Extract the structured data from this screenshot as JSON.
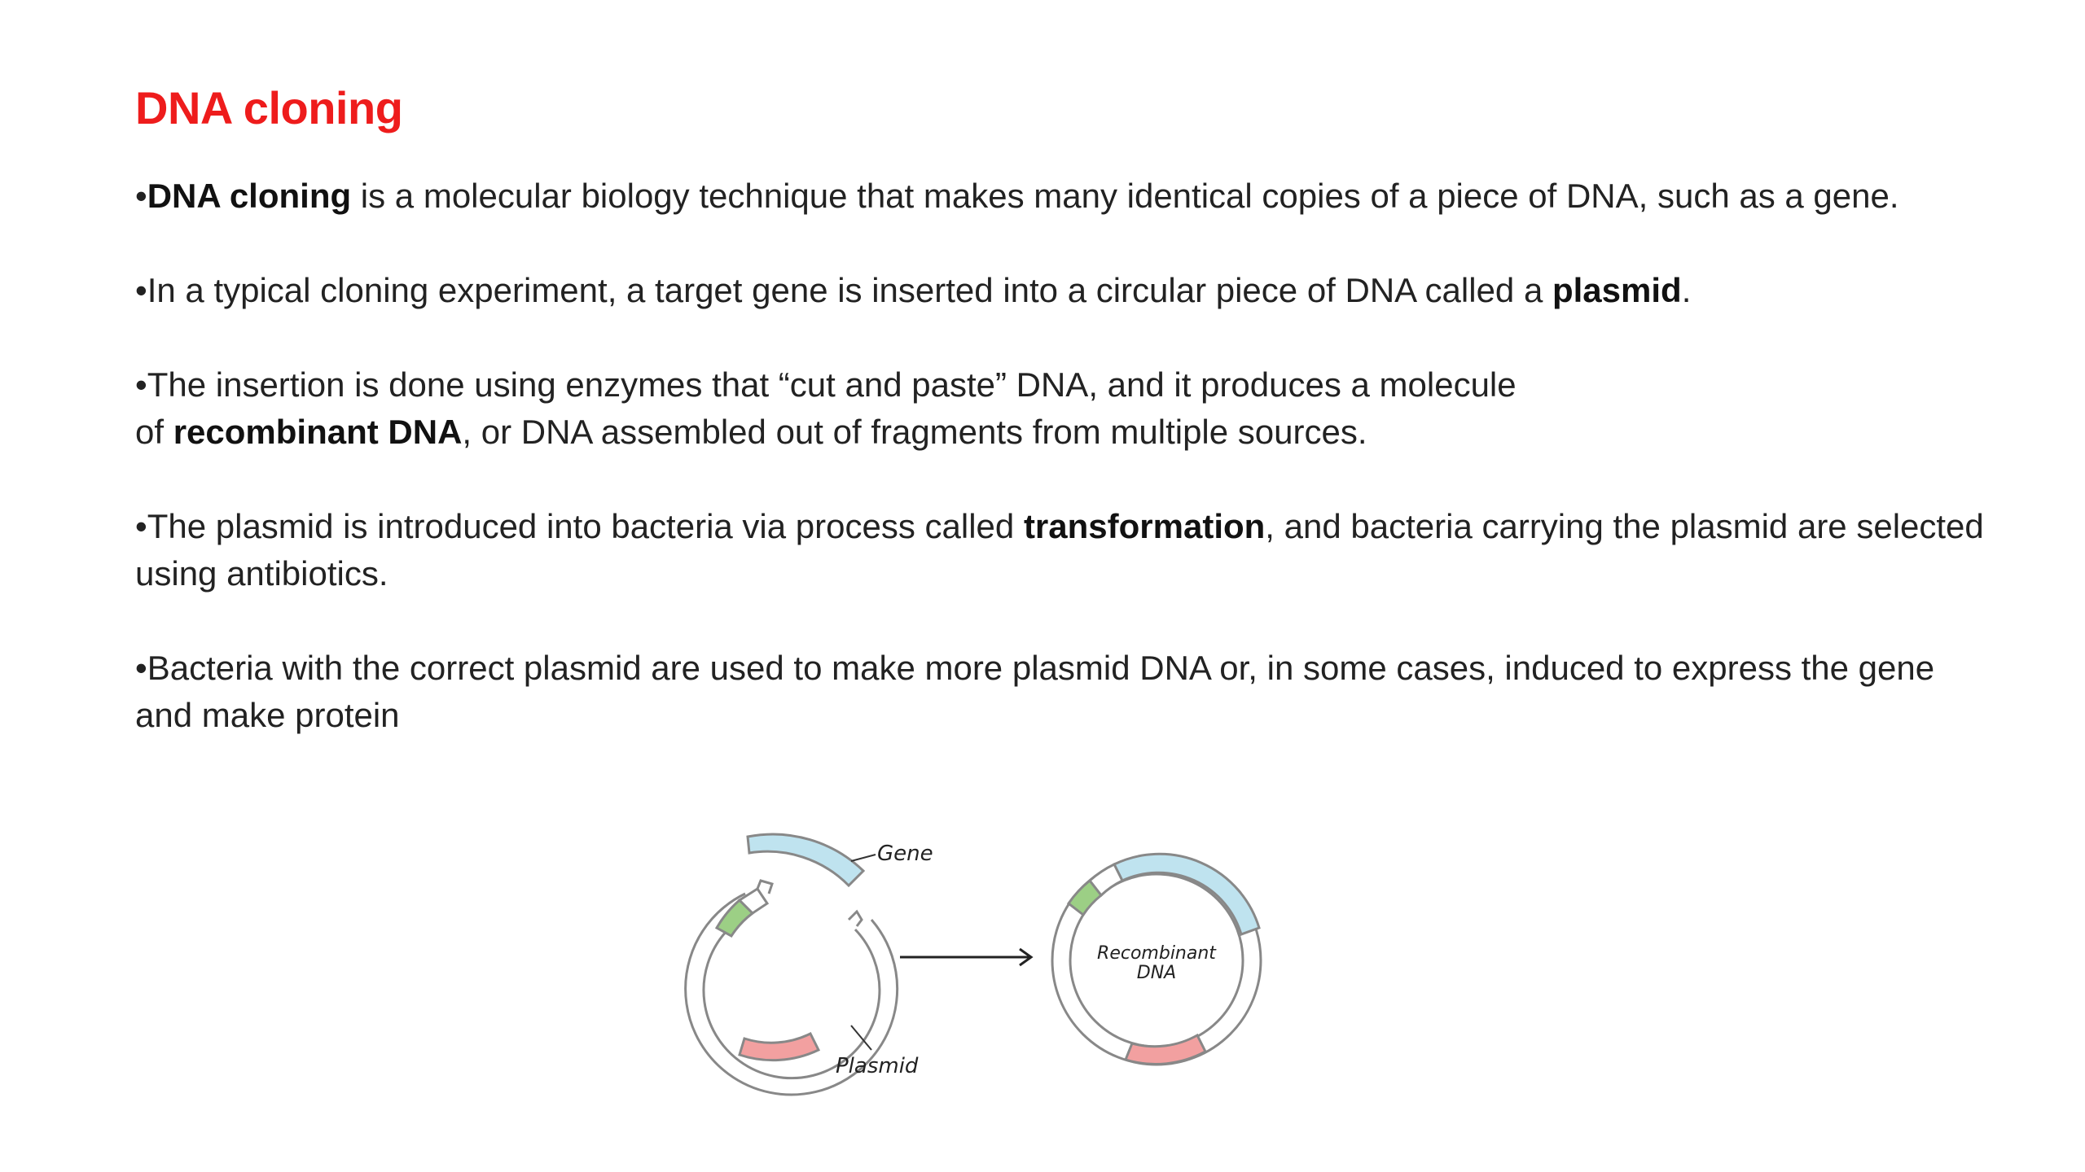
{
  "title": "DNA cloning",
  "bullets": [
    {
      "marker": "•",
      "b1": "DNA cloning",
      "t1": " is a molecular biology technique that makes many identical copies of a piece of DNA, such as a gene."
    },
    {
      "marker": "•",
      "t0": "In a typical cloning experiment, a target gene is inserted into a circular piece of DNA called a ",
      "b1": "plasmid",
      "t1": "."
    },
    {
      "marker": "•",
      "t0": "The insertion is done using enzymes that “cut and paste” DNA, and it produces a molecule",
      "t0b": "of ",
      "b1": "recombinant DNA",
      "t1": ", or DNA assembled out of fragments from multiple sources."
    },
    {
      "marker": "•",
      "t0": "The plasmid is introduced into bacteria via process called ",
      "b1": "transformation",
      "t1": ", and bacteria carrying the plasmid are selected using antibiotics."
    },
    {
      "marker": "•",
      "t0": "Bacteria with the correct plasmid are used to make more plasmid DNA or, in some cases, induced to express the gene and make protein"
    }
  ],
  "figure": {
    "label_gene": "Gene",
    "label_plasmid": "Plasmid",
    "label_recombinant_line1": "Recombinant",
    "label_recombinant_line2": "DNA",
    "colors": {
      "gene": "#bfe3ef",
      "green_segment": "#9ccf85",
      "red_segment": "#f2a0a0",
      "outline": "#888888"
    }
  }
}
